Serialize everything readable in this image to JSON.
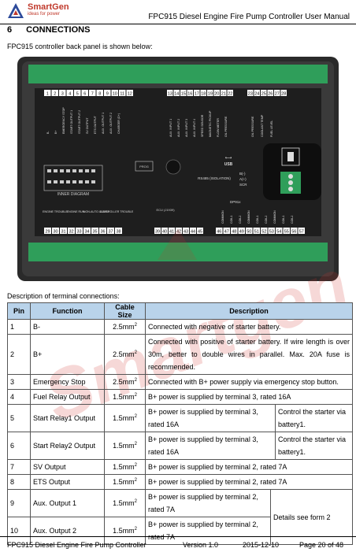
{
  "header": {
    "brand": "SmartGen",
    "tagline": "ideas for power",
    "doc_title": "FPC915 Diesel Engine Fire Pump Controller User Manual"
  },
  "section": {
    "number": "6",
    "title": "CONNECTIONS"
  },
  "intro": "FPC915 controller back panel is shown below:",
  "panel": {
    "top_numbers_left": [
      "1",
      "2",
      "3",
      "4",
      "5",
      "6",
      "7",
      "8",
      "9",
      "10",
      "11",
      "12"
    ],
    "top_numbers_mid": [
      "13",
      "14",
      "15",
      "16",
      "17",
      "18",
      "19",
      "20",
      "21",
      "22"
    ],
    "top_numbers_right": [
      "23",
      "24",
      "25",
      "26",
      "27",
      "28"
    ],
    "bottom_numbers_left": [
      "29",
      "30",
      "31",
      "32",
      "33",
      "34",
      "35",
      "36",
      "37",
      "38"
    ],
    "bottom_numbers_mid": [
      "39",
      "40",
      "41",
      "42",
      "43",
      "44",
      "45"
    ],
    "bottom_numbers_right": [
      "46",
      "47",
      "48",
      "49",
      "50",
      "51",
      "52",
      "53",
      "54",
      "55",
      "56",
      "57"
    ],
    "top_labels_left": [
      "B-",
      "B+",
      "EMERGENCY STOP",
      "START OUTPUT 1",
      "START OUTPUT 2",
      "SV OUTPUT",
      "ETS OUTPUT",
      "AUX. OUTPUT 1",
      "AUX. OUTPUT 2",
      "CHARGER (D+)"
    ],
    "top_labels_mid": [
      "AUX. INPUT 1",
      "AUX. INPUT 2",
      "AUX. INPUT 3",
      "AUX. INPUT 4",
      "SPEED SENSOR",
      "MAGNETIC PICKUP",
      "FLOW METER",
      "OIL PRESSURE"
    ],
    "top_labels_right": [
      "OIL PRESSURE",
      "COOLANT TEMP",
      "FUEL LEVEL"
    ],
    "inner_diagram": "INNER DIAGRAM",
    "usb": "USB",
    "rs485": "RS485 (ISOLATION)",
    "rs485_pins": [
      "B(-)",
      "A(+)",
      "SCR"
    ],
    "dp_label": "DP91x",
    "prog_label": "PROG",
    "ecu_label": "ECU (J1939)",
    "bottom_group_labels": [
      "ENGINE TROUBLE",
      "ENGINE RUN",
      "NON-AUTO ALARM",
      "CONTROLLER TROUBLE"
    ],
    "bottom_labels_right": [
      "COMMON",
      "COIL1",
      "COIL2",
      "COMMON",
      "COIL1",
      "COIL2",
      "COMMON",
      "COIL1",
      "COIL2"
    ]
  },
  "caption": "Description of terminal connections:",
  "table": {
    "headers": [
      "Pin",
      "Function",
      "Cable Size",
      "Description"
    ],
    "rows": [
      {
        "pin": "1",
        "func": "B-",
        "size": "2.5mm",
        "desc": "Connected with negative of starter battery."
      },
      {
        "pin": "2",
        "func": "B+",
        "size": "2.5mm",
        "desc": "Connected with positive of starter battery. If wire length is over 30m, better to double wires in parallel. Max. 20A fuse is recommended."
      },
      {
        "pin": "3",
        "func": "Emergency Stop",
        "size": "2.5mm",
        "desc": "Connected with B+ power supply via emergency stop button."
      },
      {
        "pin": "4",
        "func": "Fuel Relay Output",
        "size": "1.5mm",
        "desc": "B+ power is supplied by terminal 3, rated 16A"
      },
      {
        "pin": "5",
        "func": "Start Relay1 Output",
        "size": "1.5mm",
        "desc": "B+ power is supplied by terminal 3, rated 16A",
        "note": "Control the starter via battery1."
      },
      {
        "pin": "6",
        "func": "Start Relay2 Output",
        "size": "1.5mm",
        "desc": "B+ power is supplied by terminal 3, rated 16A",
        "note": "Control the starter via battery1."
      },
      {
        "pin": "7",
        "func": "SV Output",
        "size": "1.5mm",
        "desc": "B+ power is supplied by terminal 2, rated 7A"
      },
      {
        "pin": "8",
        "func": "ETS Output",
        "size": "1.5mm",
        "desc": "B+ power is supplied by terminal 2, rated 7A"
      },
      {
        "pin": "9",
        "func": "Aux. Output 1",
        "size": "1.5mm",
        "desc": "B+ power is supplied by terminal 2, rated 7A",
        "note": "Details see form 2"
      },
      {
        "pin": "10",
        "func": "Aux. Output 2",
        "size": "1.5mm",
        "desc": "B+ power is supplied by terminal 2, rated 7A"
      }
    ],
    "sup": "2"
  },
  "footer": {
    "left": "FPC915 Diesel Engine Fire Pump Controller",
    "version": "Version 1.0",
    "date": "2015-12-10",
    "page": "Page 20 of 48"
  },
  "watermark": "Smartgen"
}
